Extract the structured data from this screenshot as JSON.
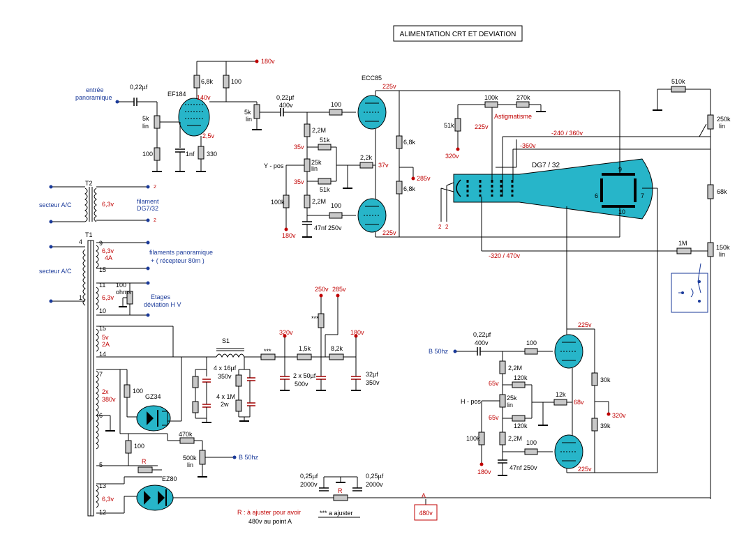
{
  "title": "ALIMENTATION CRT ET DEVIATION",
  "tubes": {
    "ef184": "EF184",
    "ecc85": "ECC85",
    "crt": "DG7 / 32",
    "gz34": "GZ34",
    "ez80": "EZ80"
  },
  "transformers": {
    "t1": "T1",
    "t2": "T2"
  },
  "labels": {
    "entree": "entrée",
    "panoramique": "panoramique",
    "secteur1": "secteur A/C",
    "secteur2": "secteur A/C",
    "filament": "filament",
    "filament_tube": "DG7/32",
    "filaments_pan": "filaments panoramique",
    "recepteur": "+ ( récepteur 80m )",
    "etages": "Etages",
    "deviation": "déviation H V",
    "ypos": "Y - pos",
    "hpos": "H - pos",
    "b50_in": "B 50hz",
    "b50_out": "B 50hz",
    "astig": "Astigmatisme",
    "s1": "S1",
    "lin": "lin",
    "note_r1": "R : à ajuster pour avoir",
    "note_r2": "480v au point A",
    "note_r_symbol": "R",
    "note_a": "A",
    "note_adj": "*** a ajuster",
    "point_a": "A",
    "point_a_volt": "480v"
  },
  "transformer_taps": {
    "t2": [
      "6,3v"
    ],
    "t2_out": [
      "2",
      "2"
    ],
    "t1_primary": [
      "4",
      "1"
    ],
    "t1": [
      "9",
      "6,3v",
      "4A",
      "15",
      "11",
      "6,3v",
      "10",
      "15",
      "5v",
      "2A",
      "14",
      "7",
      "2x",
      "380v",
      "6",
      "5",
      "13",
      "6,3v",
      "12"
    ],
    "pot_100": [
      "100",
      "ohms"
    ]
  },
  "voltages": {
    "v180_top": "180v",
    "v140": "140v",
    "v25": "2,5v",
    "v225_a": "225v",
    "v225_b": "225v",
    "v225_c": "225v",
    "v225_d": "225v",
    "v225_e": "225v",
    "v35_a": "35v",
    "v35_b": "35v",
    "v37": "37v",
    "v285": "285v",
    "v180_y": "180v",
    "v320_astig": "320v",
    "v240": "-240 / 360v",
    "v360": "-360v",
    "v320_470": "-320 / 470v",
    "v250": "250v",
    "v285_b": "285v",
    "v320_ps": "320v",
    "v180_ps": "180v",
    "v65_a": "65v",
    "v65_b": "65v",
    "v68": "68v",
    "v320_h": "320v",
    "v180_h": "180v"
  },
  "components": {
    "c022_a": "0,22µf",
    "r5k": "5k",
    "r100_a": "100",
    "c1nf": "1nf",
    "r330": "330",
    "r68k_a": "6,8k",
    "r100_b": "100",
    "c022_b": "0,22µf",
    "c400v_a": "400v",
    "r5k_b": "5k",
    "r100_c": "100",
    "r22m_a": "2,2M",
    "r51k_a": "51k",
    "r25k_a": "25k",
    "r22k": "2,2k",
    "r51k_b": "51k",
    "r22m_b": "2,2M",
    "r100k_a": "100k",
    "r100_d": "100",
    "c47nf_a": "47nf 250v",
    "r68k_b": "6,8k",
    "r68k_c": "6,8k",
    "r100k_b": "100k",
    "r270k": "270k",
    "r51k_c": "51k",
    "r510k": "510k",
    "r250k": "250k",
    "r68k_d": "68k",
    "r1m": "1M",
    "r150k": "150k",
    "r100_e": "100",
    "c4x16": "4 x 16µf",
    "c350v_a": "350v",
    "r4x1m": "4 x 1M",
    "r2w": "2w",
    "r15k": "1,5k",
    "r82k": "8,2k",
    "c2x50": "2 x 50µf",
    "c500v": "500v",
    "c32": "32µf",
    "c350v_b": "350v",
    "r100_f": "100",
    "r470k": "470k",
    "r500k": "500k",
    "r100_g": "100",
    "c025_a": "0,25µf",
    "c2000v_a": "2000v",
    "c025_b": "0,25µf",
    "c2000v_b": "2000v",
    "r_adj": "R",
    "r_adj2": "R",
    "c022_c": "0,22µf",
    "c400v_b": "400v",
    "r100_h": "100",
    "r22m_c": "2,2M",
    "r120k_a": "120k",
    "r25k_b": "25k",
    "r12k": "12k",
    "r120k_b": "120k",
    "r22m_d": "2,2M",
    "r100k_c": "100k",
    "r100_i": "100",
    "c47nf_b": "47nf 250v",
    "r30k": "30k",
    "r39k": "39k",
    "adj_star": "***",
    "adj_star2": "***"
  },
  "crt_pins": {
    "p9": "9",
    "p6": "6",
    "p7": "7",
    "p10": "10",
    "pz1": "2",
    "pz2": "2"
  }
}
